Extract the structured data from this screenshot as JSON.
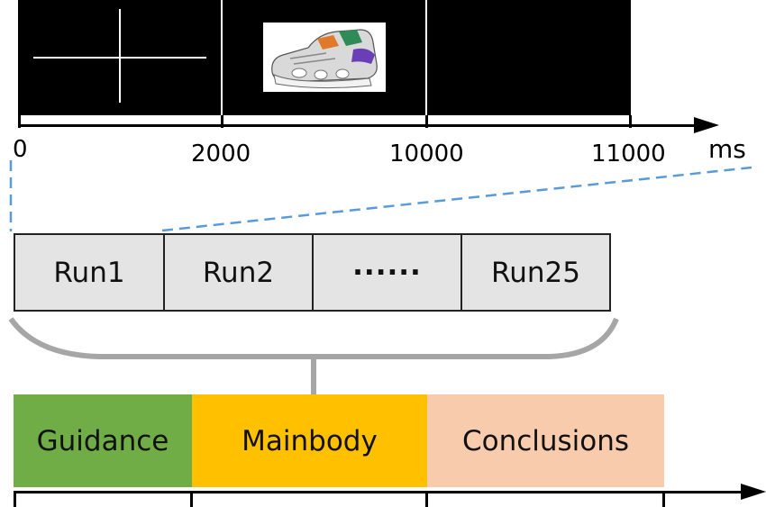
{
  "timeline": {
    "ticks": [
      "0",
      "2000",
      "10000",
      "11000"
    ],
    "unit": "ms",
    "screens": [
      {
        "name": "fixation",
        "content": "fixation cross"
      },
      {
        "name": "stimulus",
        "content": "sneaker image"
      },
      {
        "name": "blank",
        "content": ""
      }
    ]
  },
  "runs": [
    "Run1",
    "Run2",
    "······",
    "Run25"
  ],
  "phases": [
    {
      "label": "Guidance",
      "color": "#70ad47"
    },
    {
      "label": "Mainbody",
      "color": "#ffc000"
    },
    {
      "label": "Conclusions",
      "color": "#f8cbad"
    }
  ],
  "colors": {
    "dash_line": "#5b9bd5",
    "brace": "#a6a6a6",
    "run_fill": "#e4e4e4"
  }
}
